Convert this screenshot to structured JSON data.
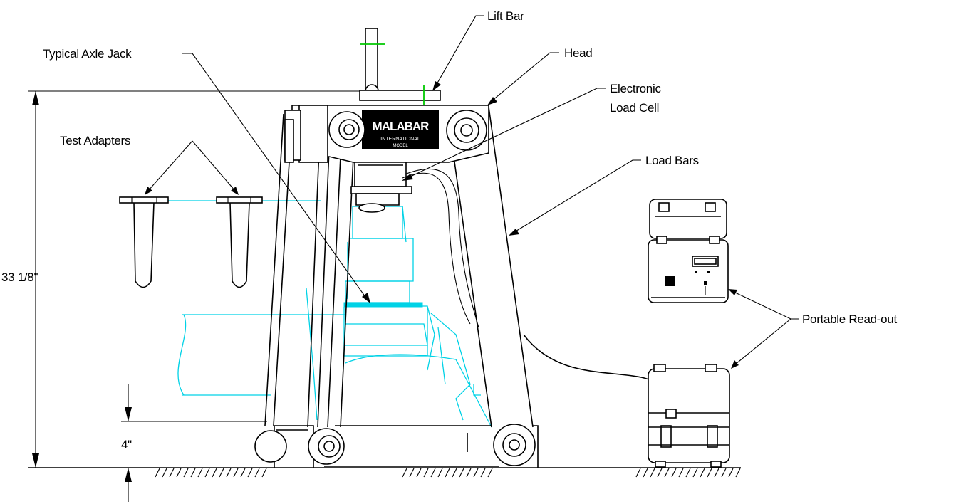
{
  "labels": {
    "lift_bar": "Lift Bar",
    "head": "Head",
    "typical_axle_jack": "Typical Axle Jack",
    "electronic_load_cell_1": "Electronic",
    "electronic_load_cell_2": "Load Cell",
    "test_adapters": "Test Adapters",
    "load_bars": "Load Bars",
    "portable_readout": "Portable Read-out",
    "dim_overall": "33 1/8\"",
    "dim_clearance": "4\""
  },
  "nameplate": {
    "brand": "MALABAR",
    "line2": "INTERNATIONAL",
    "line3": "MODEL"
  },
  "colors": {
    "line": "#000000",
    "phantom": "#00d2e6",
    "highlight": "#00c800",
    "background": "#ffffff"
  }
}
